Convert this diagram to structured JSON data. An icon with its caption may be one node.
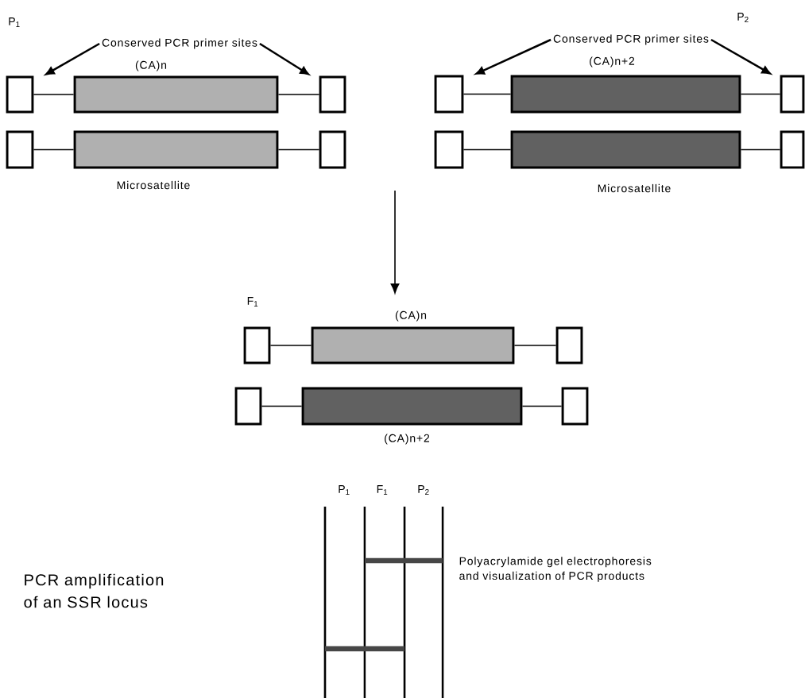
{
  "diagram": {
    "nodes": [
      {
        "text": [
          "Conserved PCR primer sites"
        ]
      },
      {
        "text": [],
        "shape": "box"
      },
      {
        "text": [
          "(CA)n"
        ]
      },
      {
        "text": [],
        "shape": "box"
      },
      {
        "text": [],
        "shape": "box"
      },
      {
        "text": [
          "Microsatellite"
        ]
      },
      {
        "text": [],
        "shape": "box"
      },
      {
        "text": [
          "Conserved PCR primer sites"
        ]
      },
      {
        "text": [],
        "shape": "box"
      },
      {
        "text": [
          "(CA)n+2"
        ]
      },
      {
        "text": [],
        "shape": "box"
      },
      {
        "text": [],
        "shape": "box"
      },
      {
        "text": [
          "Microsatellite"
        ]
      },
      {
        "text": [],
        "shape": "box"
      },
      {
        "text": [],
        "shape": "box"
      },
      {
        "text": [
          "(CA)n"
        ]
      },
      {
        "text": [],
        "shape": "box"
      },
      {
        "text": [],
        "shape": "box"
      },
      {
        "text": [
          "(CA)n+2"
        ]
      },
      {
        "text": [],
        "shape": "box"
      }
    ],
    "edges": [
      {
        "from": 0,
        "to": 1,
        "arrow": "to"
      },
      {
        "from": 0,
        "to": 3,
        "arrow": "to"
      },
      {
        "from": 1,
        "to": 2,
        "arrow": "none"
      },
      {
        "from": 2,
        "to": 3,
        "arrow": "none"
      },
      {
        "from": 4,
        "to": 5,
        "arrow": "none"
      },
      {
        "from": 5,
        "to": 6,
        "arrow": "none"
      },
      {
        "from": 7,
        "to": 8,
        "arrow": "to"
      },
      {
        "from": 7,
        "to": 10,
        "arrow": "to"
      },
      {
        "from": 8,
        "to": 9,
        "arrow": "none"
      },
      {
        "from": 9,
        "to": 10,
        "arrow": "none"
      },
      {
        "from": 11,
        "to": 12,
        "arrow": "none"
      },
      {
        "from": 12,
        "to": 13,
        "arrow": "none"
      },
      {
        "from": null,
        "to": 15,
        "arrow": "to"
      },
      {
        "from": 14,
        "to": 15,
        "arrow": "none"
      },
      {
        "from": 15,
        "to": 16,
        "arrow": "none"
      },
      {
        "from": 17,
        "to": 18,
        "arrow": "none"
      },
      {
        "from": 18,
        "to": 19,
        "arrow": "none"
      }
    ],
    "labels": [
      "P$_{1}$",
      "P$_{2}$",
      "F$_{1}$",
      "P$_{1}$",
      "F$_{1}$",
      "P$_{2}$",
      "Polyacrylamide gel electrophoresis and visualization of PCR products",
      "PCR amplification of an SSR locus"
    ]
  }
}
